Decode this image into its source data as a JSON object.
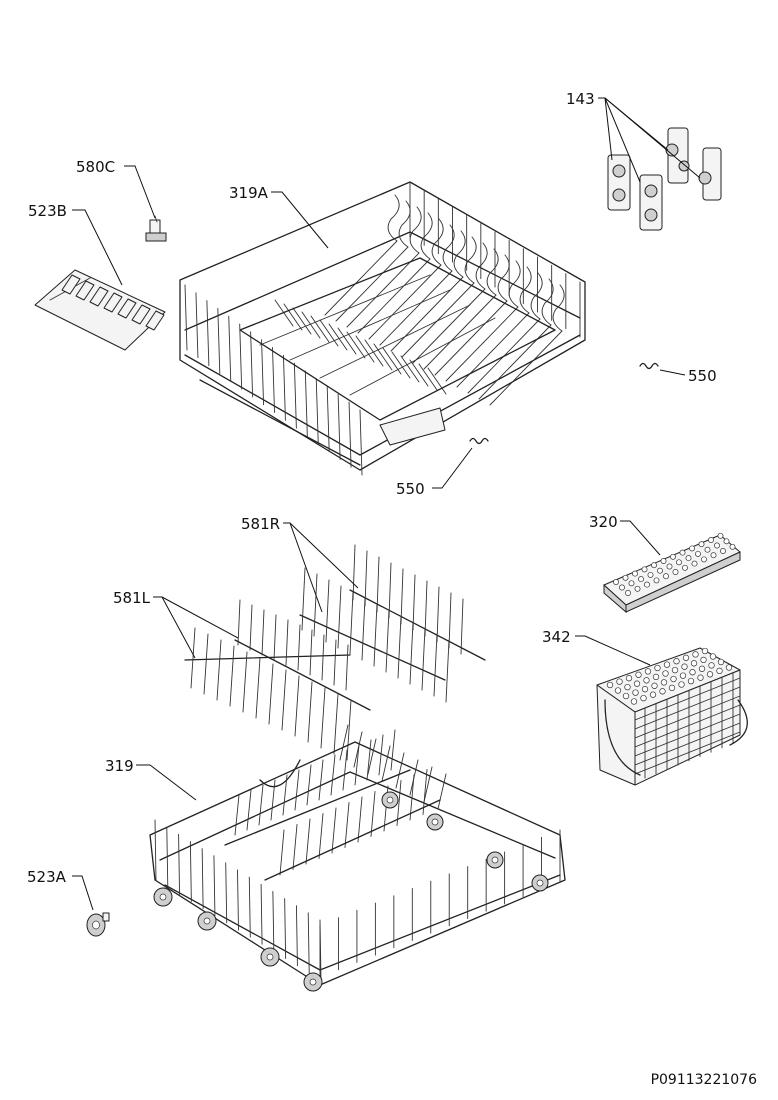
{
  "labels": {
    "l143": "143",
    "l580C": "580C",
    "l319A": "319A",
    "l523B": "523B",
    "l550a": "550",
    "l550b": "550",
    "l581R": "581R",
    "l581L": "581L",
    "l320": "320",
    "l342": "342",
    "l319": "319",
    "l523A": "523A"
  },
  "footer": {
    "code": "P09113221076"
  }
}
